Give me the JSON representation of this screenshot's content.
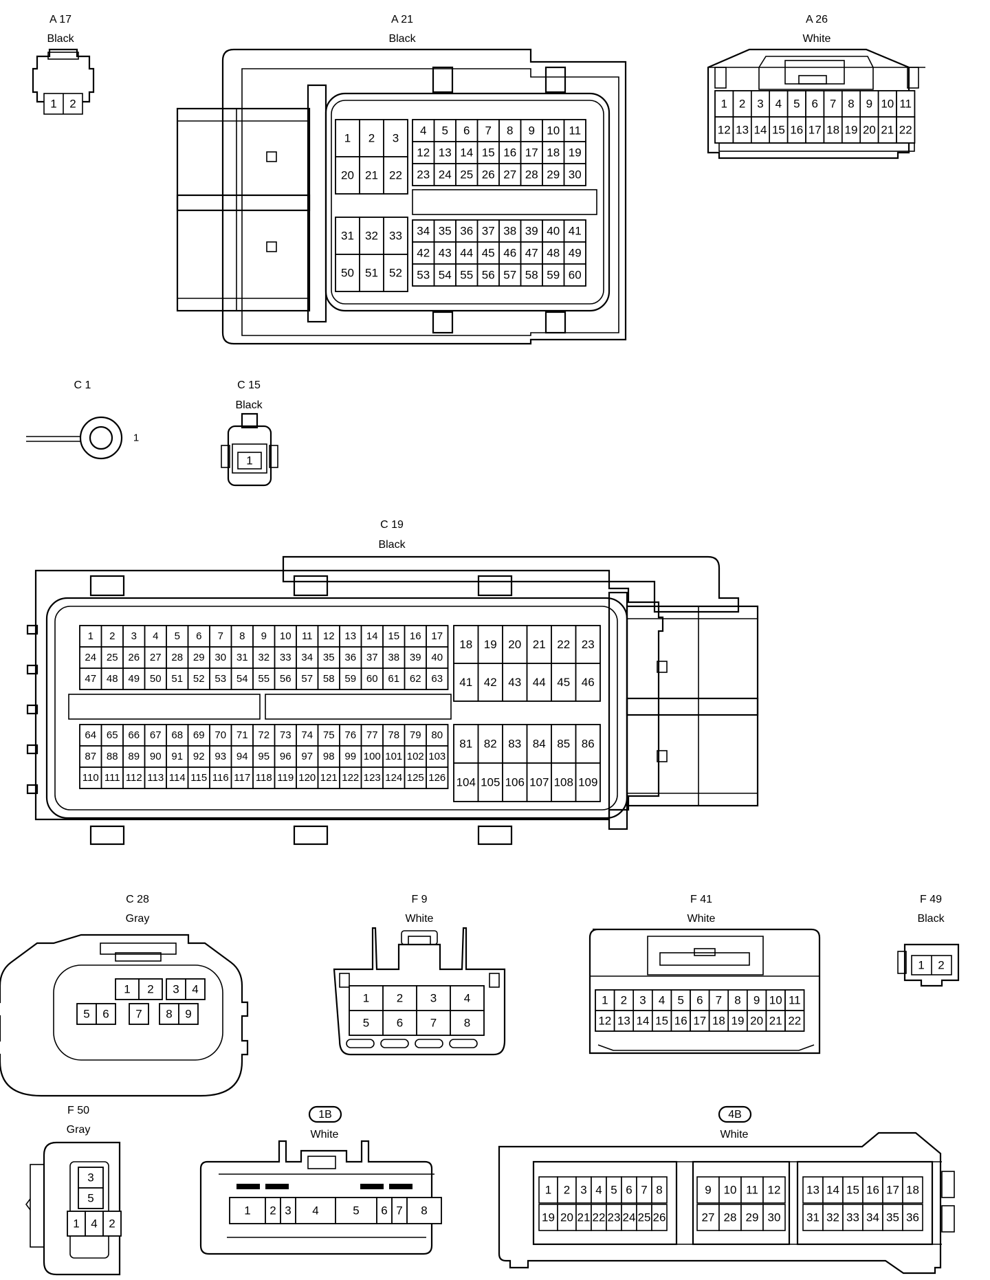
{
  "connectors": {
    "a17": {
      "id": "A 17",
      "color": "Black",
      "pins": [
        "1",
        "2"
      ]
    },
    "a21": {
      "id": "A 21",
      "color": "Black"
    },
    "a26": {
      "id": "A 26",
      "color": "White"
    },
    "c1": {
      "id": "C 1",
      "pin": "1"
    },
    "c15": {
      "id": "C 15",
      "color": "Black",
      "pins": [
        "1"
      ]
    },
    "c19": {
      "id": "C 19",
      "color": "Black"
    },
    "c28": {
      "id": "C 28",
      "color": "Gray",
      "pins": [
        "1",
        "2",
        "3",
        "4",
        "5",
        "6",
        "7",
        "8",
        "9"
      ]
    },
    "f9": {
      "id": "F 9",
      "color": "White"
    },
    "f41": {
      "id": "F 41",
      "color": "White"
    },
    "f49": {
      "id": "F 49",
      "color": "Black",
      "pins": [
        "1",
        "2"
      ]
    },
    "f50": {
      "id": "F 50",
      "color": "Gray",
      "pins": [
        "3",
        "5",
        "1",
        "4",
        "2"
      ]
    },
    "j1b": {
      "id": "1B",
      "color": "White",
      "pins": [
        "1",
        "2",
        "3",
        "4",
        "5",
        "6",
        "7",
        "8"
      ]
    },
    "j4b": {
      "id": "4B",
      "color": "White"
    }
  }
}
